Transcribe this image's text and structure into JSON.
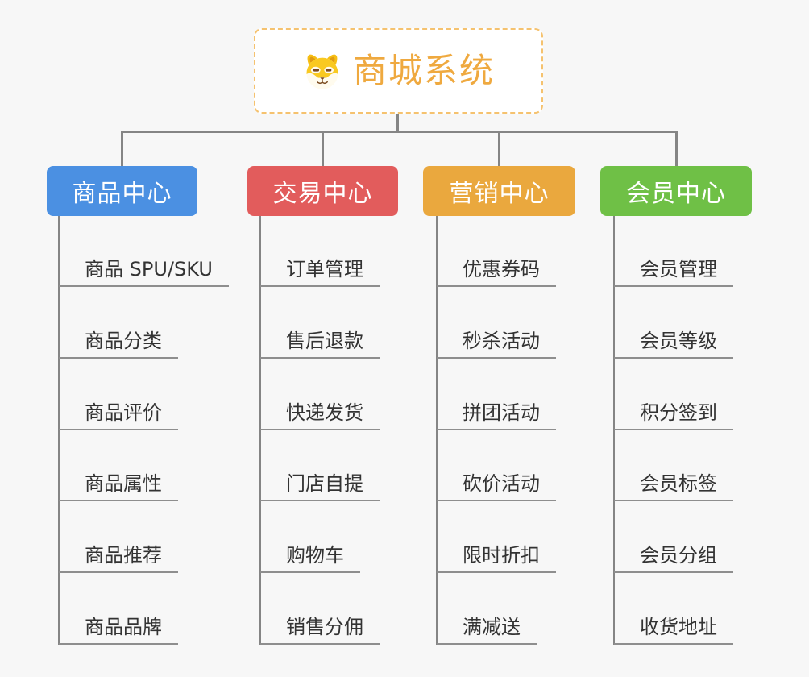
{
  "root": {
    "title": "商城系统",
    "icon": "dog-face-icon"
  },
  "branches": [
    {
      "label": "商品中心",
      "color": "#4B90E2",
      "children": [
        "商品 SPU/SKU",
        "商品分类",
        "商品评价",
        "商品属性",
        "商品推荐",
        "商品品牌"
      ]
    },
    {
      "label": "交易中心",
      "color": "#E25C5C",
      "children": [
        "订单管理",
        "售后退款",
        "快递发货",
        "门店自提",
        "购物车",
        "销售分佣"
      ]
    },
    {
      "label": "营销中心",
      "color": "#EAA83E",
      "children": [
        "优惠券码",
        "秒杀活动",
        "拼团活动",
        "砍价活动",
        "限时折扣",
        "满减送"
      ]
    },
    {
      "label": "会员中心",
      "color": "#6FC046",
      "children": [
        "会员管理",
        "会员等级",
        "积分签到",
        "会员标签",
        "会员分组",
        "收货地址"
      ]
    }
  ],
  "colors": {
    "background": "#F7F7F7",
    "connector_line": "#858585",
    "leaf_underline": "#8E8E8E",
    "leaf_text": "#333333",
    "root_border": "#F5C26F",
    "root_title": "#EFA93F",
    "branch_text": "#FFFFFF"
  }
}
